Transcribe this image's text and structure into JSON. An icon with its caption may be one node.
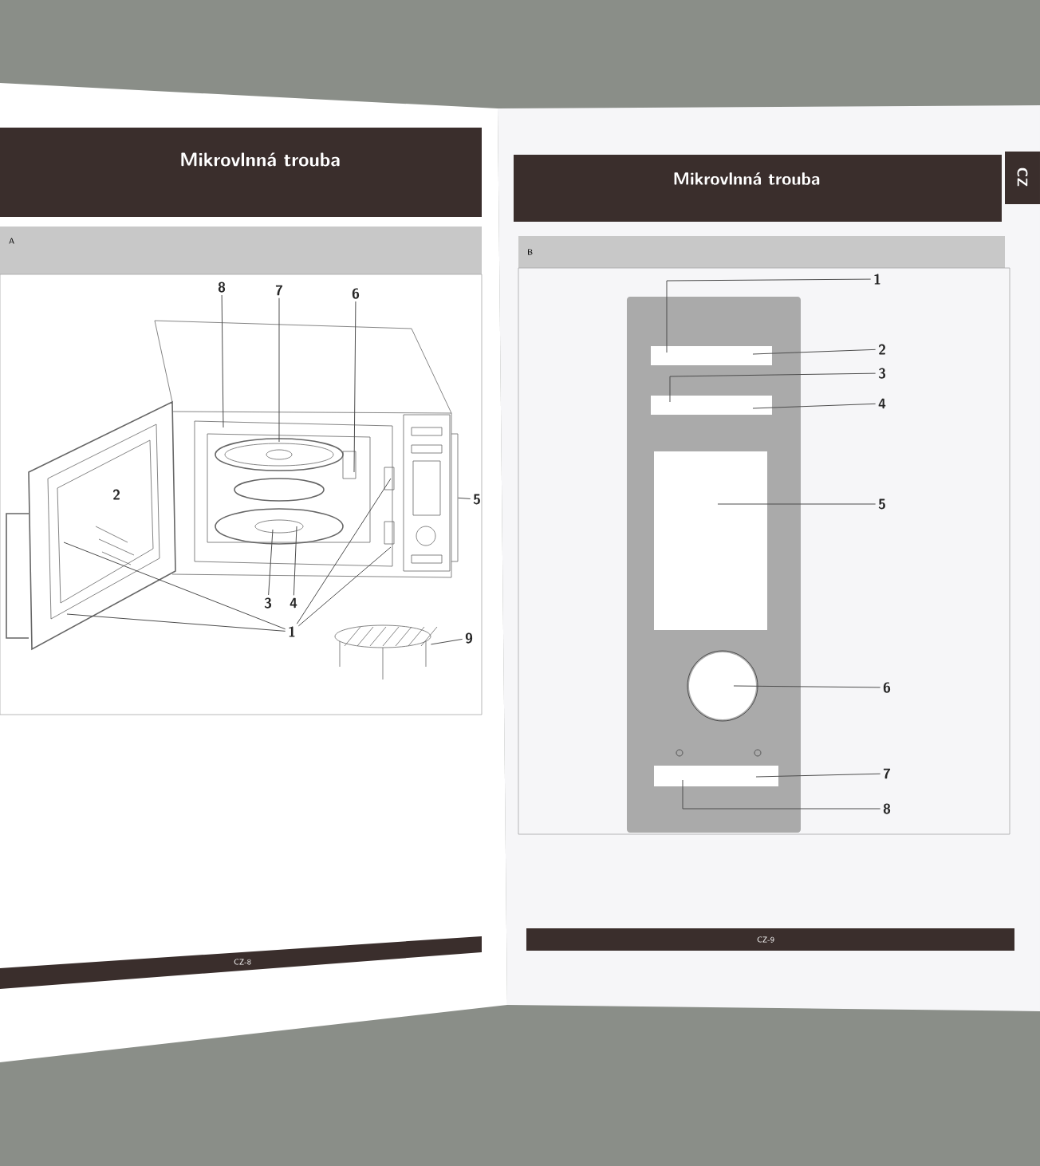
{
  "diagram": {
    "nodes": [
      {
        "text": [
          "8"
        ]
      },
      {
        "text": [
          "7"
        ]
      },
      {
        "text": [
          "6"
        ]
      },
      {
        "text": [
          "5"
        ]
      },
      {
        "text": [
          "3"
        ]
      },
      {
        "text": [
          "4"
        ]
      },
      {
        "text": [
          "1"
        ]
      },
      {
        "text": [
          "9"
        ]
      },
      {
        "text": [
          "1"
        ]
      },
      {
        "text": [
          "2"
        ]
      },
      {
        "text": [
          "3"
        ]
      },
      {
        "text": [
          "4"
        ]
      },
      {
        "text": [
          "5"
        ]
      },
      {
        "text": [
          "6"
        ]
      },
      {
        "text": [
          "7"
        ]
      },
      {
        "text": [
          "8"
        ]
      },
      {
        "text": [],
        "shape": "bracket"
      },
      {
        "text": [],
        "shape": "picture"
      }
    ],
    "edges": [
      {
        "from": 0,
        "to": null,
        "arrow": "none"
      },
      {
        "from": 1,
        "to": null,
        "arrow": "none"
      },
      {
        "from": 2,
        "to": null,
        "arrow": "none"
      },
      {
        "from": 3,
        "to": 16,
        "arrow": "none"
      },
      {
        "from": 4,
        "to": null,
        "arrow": "none"
      },
      {
        "from": 5,
        "to": null,
        "arrow": "none"
      },
      {
        "from": 6,
        "to": null,
        "arrow": "none"
      },
      {
        "from": 6,
        "to": null,
        "arrow": "none"
      },
      {
        "from": 6,
        "to": null,
        "arrow": "none"
      },
      {
        "from": 6,
        "to": null,
        "arrow": "none"
      },
      {
        "from": 7,
        "to": 17,
        "arrow": "none"
      },
      {
        "from": 8,
        "to": null,
        "arrow": "none"
      },
      {
        "from": 9,
        "to": null,
        "arrow": "none"
      },
      {
        "from": 10,
        "to": null,
        "arrow": "none"
      },
      {
        "from": 11,
        "to": null,
        "arrow": "none"
      },
      {
        "from": 12,
        "to": null,
        "arrow": "none"
      },
      {
        "from": 13,
        "to": null,
        "arrow": "none"
      },
      {
        "from": 14,
        "to": null,
        "arrow": "none"
      },
      {
        "from": 15,
        "to": null,
        "arrow": "none"
      }
    ],
    "labels": [
      "Mikrovlnná trouba",
      "Mikrovlnná trouba",
      "CZ",
      "A",
      "B",
      "2",
      "CZ-8",
      "CZ-9"
    ]
  }
}
